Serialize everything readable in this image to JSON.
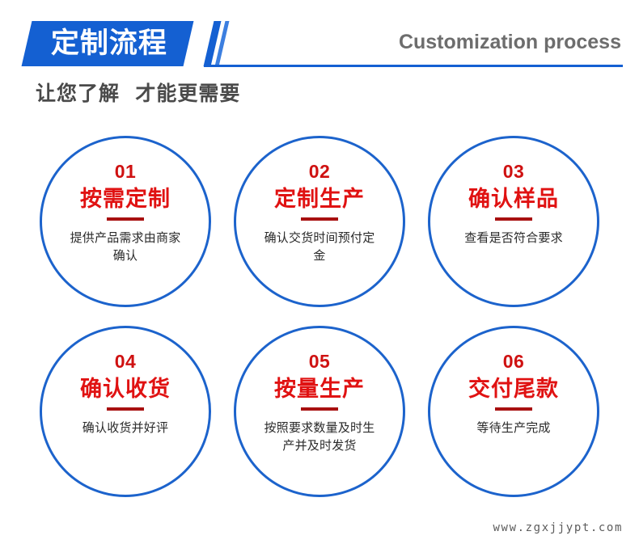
{
  "header": {
    "tag_label": "定制流程",
    "english_label": "Customization process",
    "subtitle": "让您了解  才能更需要",
    "accent_blue": "#1460d2",
    "english_gray": "#6d6d6d"
  },
  "theme": {
    "circle_stroke": "#1c63cc",
    "number_red": "#cf1111",
    "title_red": "#e01212",
    "divider_red": "#a81010",
    "desc_gray": "#2a2a2a"
  },
  "steps": [
    {
      "number": "01",
      "title": "按需定制",
      "description": "提供产品需求由商家确认"
    },
    {
      "number": "02",
      "title": "定制生产",
      "description": "确认交货时间预付定金"
    },
    {
      "number": "03",
      "title": "确认样品",
      "description": "查看是否符合要求"
    },
    {
      "number": "04",
      "title": "确认收货",
      "description": "确认收货并好评"
    },
    {
      "number": "05",
      "title": "按量生产",
      "description": "按照要求数量及时生产并及时发货"
    },
    {
      "number": "06",
      "title": "交付尾款",
      "description": "等待生产完成"
    }
  ],
  "watermark": "www.zgxjjypt.com"
}
